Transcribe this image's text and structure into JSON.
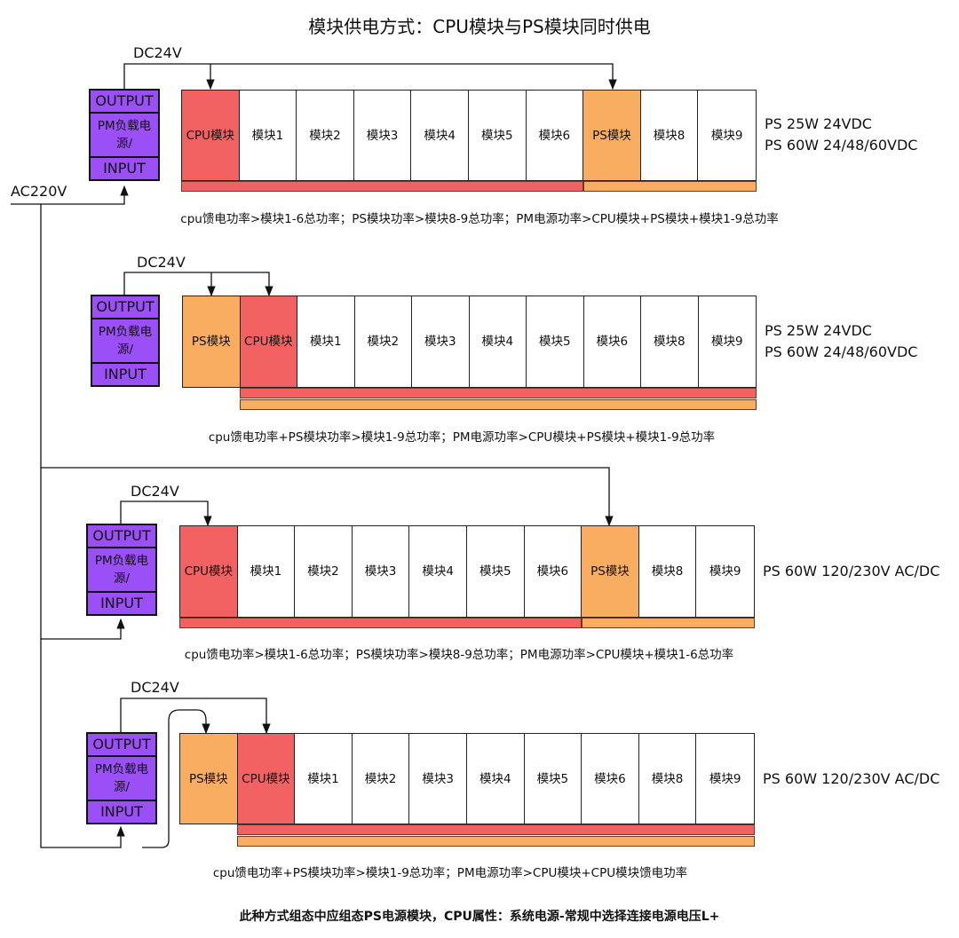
{
  "title": "模块供电方式：CPU模块与PS模块同时供电",
  "ac_label": "AC220V",
  "pm": {
    "output": "OUTPUT",
    "name": "PM负载电源/",
    "input": "INPUT"
  },
  "dc_label": "DC24V",
  "sections": [
    {
      "modules": [
        {
          "label": "CPU模块",
          "type": "cpu"
        },
        {
          "label": "模块1",
          "type": "io"
        },
        {
          "label": "模块2",
          "type": "io"
        },
        {
          "label": "模块3",
          "type": "io"
        },
        {
          "label": "模块4",
          "type": "io"
        },
        {
          "label": "模块5",
          "type": "io"
        },
        {
          "label": "模块6",
          "type": "io"
        },
        {
          "label": "PS模块",
          "type": "ps"
        },
        {
          "label": "模块8",
          "type": "io"
        },
        {
          "label": "模块9",
          "type": "io"
        }
      ],
      "specs": [
        "PS 25W 24VDC",
        "PS 60W 24/48/60VDC"
      ],
      "note": "cpu馈电功率>模块1-6总功率；PS模块功率>模块8-9总功率；PM电源功率>CPU模块+PS模块+模块1-9总功率"
    },
    {
      "modules": [
        {
          "label": "PS模块",
          "type": "ps"
        },
        {
          "label": "CPU模块",
          "type": "cpu"
        },
        {
          "label": "模块1",
          "type": "io"
        },
        {
          "label": "模块2",
          "type": "io"
        },
        {
          "label": "模块3",
          "type": "io"
        },
        {
          "label": "模块4",
          "type": "io"
        },
        {
          "label": "模块5",
          "type": "io"
        },
        {
          "label": "模块6",
          "type": "io"
        },
        {
          "label": "模块8",
          "type": "io"
        },
        {
          "label": "模块9",
          "type": "io"
        }
      ],
      "specs": [
        "PS 25W 24VDC",
        "PS 60W 24/48/60VDC"
      ],
      "note": "cpu馈电功率+PS模块功率>模块1-9总功率；PM电源功率>CPU模块+PS模块+模块1-9总功率"
    },
    {
      "modules": [
        {
          "label": "CPU模块",
          "type": "cpu"
        },
        {
          "label": "模块1",
          "type": "io"
        },
        {
          "label": "模块2",
          "type": "io"
        },
        {
          "label": "模块3",
          "type": "io"
        },
        {
          "label": "模块4",
          "type": "io"
        },
        {
          "label": "模块5",
          "type": "io"
        },
        {
          "label": "模块6",
          "type": "io"
        },
        {
          "label": "PS模块",
          "type": "ps"
        },
        {
          "label": "模块8",
          "type": "io"
        },
        {
          "label": "模块9",
          "type": "io"
        }
      ],
      "specs": [
        "PS 60W 120/230V AC/DC"
      ],
      "note": "cpu馈电功率>模块1-6总功率；PS模块功率>模块8-9总功率；PM电源功率>CPU模块+模块1-6总功率"
    },
    {
      "modules": [
        {
          "label": "PS模块",
          "type": "ps"
        },
        {
          "label": "CPU模块",
          "type": "cpu"
        },
        {
          "label": "模块1",
          "type": "io"
        },
        {
          "label": "模块2",
          "type": "io"
        },
        {
          "label": "模块3",
          "type": "io"
        },
        {
          "label": "模块4",
          "type": "io"
        },
        {
          "label": "模块5",
          "type": "io"
        },
        {
          "label": "模块6",
          "type": "io"
        },
        {
          "label": "模块8",
          "type": "io"
        },
        {
          "label": "模块9",
          "type": "io"
        }
      ],
      "specs": [
        "PS 60W 120/230V AC/DC"
      ],
      "note": "cpu馈电功率+PS模块功率>模块1-9总功率；PM电源功率>CPU模块+CPU模块馈电功率"
    }
  ],
  "footer": "此种方式组态中应组态PS电源模块，CPU属性：系统电源-常规中选择连接电源电压L+"
}
